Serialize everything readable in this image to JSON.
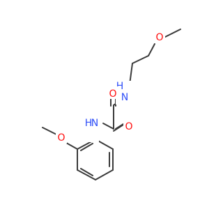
{
  "molecule": {
    "atoms": [
      {
        "id": "o_ether_top",
        "label": "O",
        "color": "#ff0d0d"
      },
      {
        "id": "n_amide_top",
        "label": "H\nN",
        "color": "#3050f8",
        "label_h": "H",
        "label_n": "N"
      },
      {
        "id": "o_carbonyl_top",
        "label": "O",
        "color": "#ff0d0d"
      },
      {
        "id": "n_amide_bottom",
        "label": "N\nH",
        "color": "#3050f8",
        "label_h": "H",
        "label_n": "N"
      },
      {
        "id": "o_carbonyl_bottom",
        "label": "O",
        "color": "#ff0d0d"
      },
      {
        "id": "o_ether_bottom",
        "label": "O",
        "color": "#ff0d0d"
      }
    ],
    "bond_color": "#3a3a3a"
  }
}
